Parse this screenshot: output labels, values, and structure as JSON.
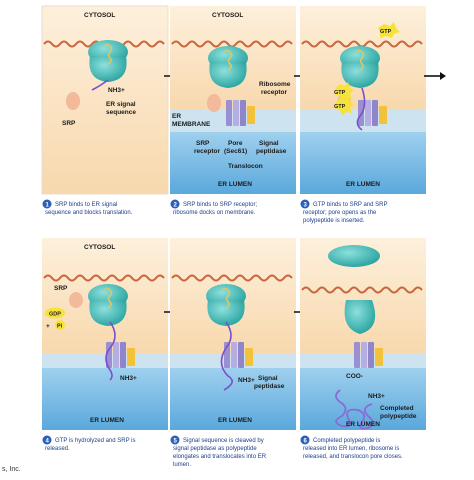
{
  "panels": [
    {
      "title": "CYTOSOL",
      "membrane": "",
      "lumen": "",
      "step": "1",
      "caption": [
        "SRP binds to ER signal",
        "sequence and blocks translation."
      ],
      "labels": {
        "srp": "SRP",
        "nh3": "NH3+",
        "signal": "ER signal",
        "signal2": "sequence"
      }
    },
    {
      "title": "CYTOSOL",
      "membrane": "ER",
      "membrane2": "MEMBRANE",
      "lumen": "ER LUMEN",
      "step": "2",
      "caption": [
        "SRP binds to SRP receptor;",
        "ribosome docks on membrane."
      ],
      "labels": {
        "ribo": "Ribosome",
        "ribo2": "receptor",
        "srpr": "SRP",
        "srpr2": "receptor",
        "pore": "Pore",
        "pore2": "(Sec61)",
        "sig": "Signal",
        "sig2": "peptidase",
        "trans": "Translocon"
      }
    },
    {
      "title": "",
      "lumen": "ER LUMEN",
      "step": "3",
      "caption": [
        "GTP binds to SRP and SRP",
        "receptor; pore opens as the",
        "polypeptide is inserted."
      ],
      "labels": {
        "gtp": "GTP"
      }
    },
    {
      "title": "CYTOSOL",
      "lumen": "ER LUMEN",
      "step": "4",
      "caption": [
        "GTP is hydrolyzed and SRP is",
        "released."
      ],
      "labels": {
        "srp": "SRP",
        "gdp": "GDP",
        "pi": "Pi",
        "plus": "+",
        "nh3": "NH3+"
      }
    },
    {
      "title": "",
      "lumen": "ER LUMEN",
      "step": "5",
      "caption": [
        "Signal sequence is cleaved by",
        "signal peptidase as polypeptide",
        "elongates and translocates into ER",
        "lumen."
      ],
      "labels": {
        "nh3": "NH3+",
        "sig": "Signal",
        "sig2": "peptidase"
      }
    },
    {
      "title": "",
      "lumen": "ER LUMEN",
      "step": "6",
      "caption": [
        "Completed polypeptide is",
        "released into ER lumen, ribosome is",
        "released, and translocon pore closes."
      ],
      "labels": {
        "coo": "COO-",
        "nh3": "NH3+",
        "comp": "Completed",
        "comp2": "polypeptide"
      }
    }
  ],
  "credit": "s, Inc.",
  "colors": {
    "cytosol": "#fbe6c8",
    "membrane": "#cde3ef",
    "lumen": "#6fb4e0",
    "ribosome": "#3fb7b4",
    "srp": "#f2b99a",
    "gtp": "#f7e23a",
    "mrna": "#c8673c"
  }
}
